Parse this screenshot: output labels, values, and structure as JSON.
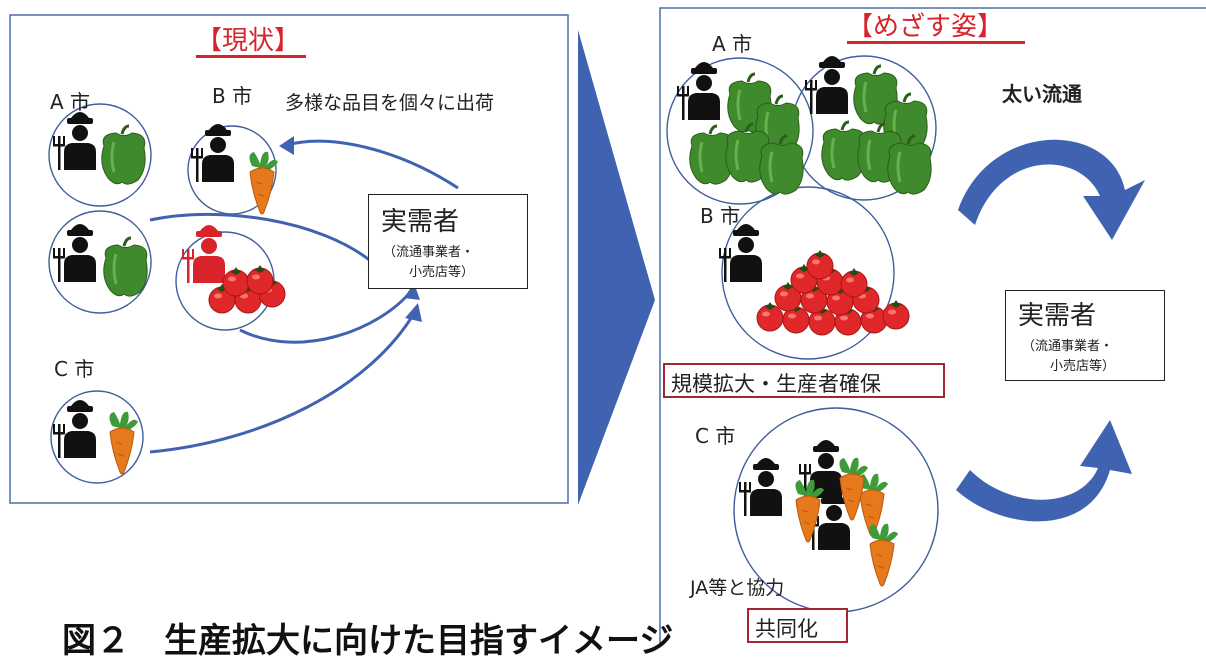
{
  "left_panel": {
    "title": "【現状】",
    "city_a": "A 市",
    "city_b": "B 市",
    "city_c": "C 市",
    "note": "多様な品目を個々に出荷",
    "buyer_main": "実需者",
    "buyer_sub1": "（流通事業者・",
    "buyer_sub2": "小売店等）"
  },
  "right_panel": {
    "title": "【めざす姿】",
    "city_a": "A 市",
    "city_b": "B 市",
    "city_c": "C 市",
    "flow_label": "太い流通",
    "scale_label": "規模拡大・生産者確保",
    "ja_label": "JA等と協力",
    "joint_label": "共同化",
    "buyer_main": "実需者",
    "buyer_sub1": "（流通事業者・",
    "buyer_sub2": "小売店等）"
  },
  "caption": "図２　生産拡大に向けた目指すイメージ",
  "colors": {
    "panel_border": "#4a6fa5",
    "arrow_blue": "#3f63b0",
    "title_red": "#d8232a",
    "box_red": "#a0282e",
    "pepper_green": "#3e8a2c",
    "tomato_red": "#e0282a",
    "carrot_orange": "#e5791c"
  }
}
